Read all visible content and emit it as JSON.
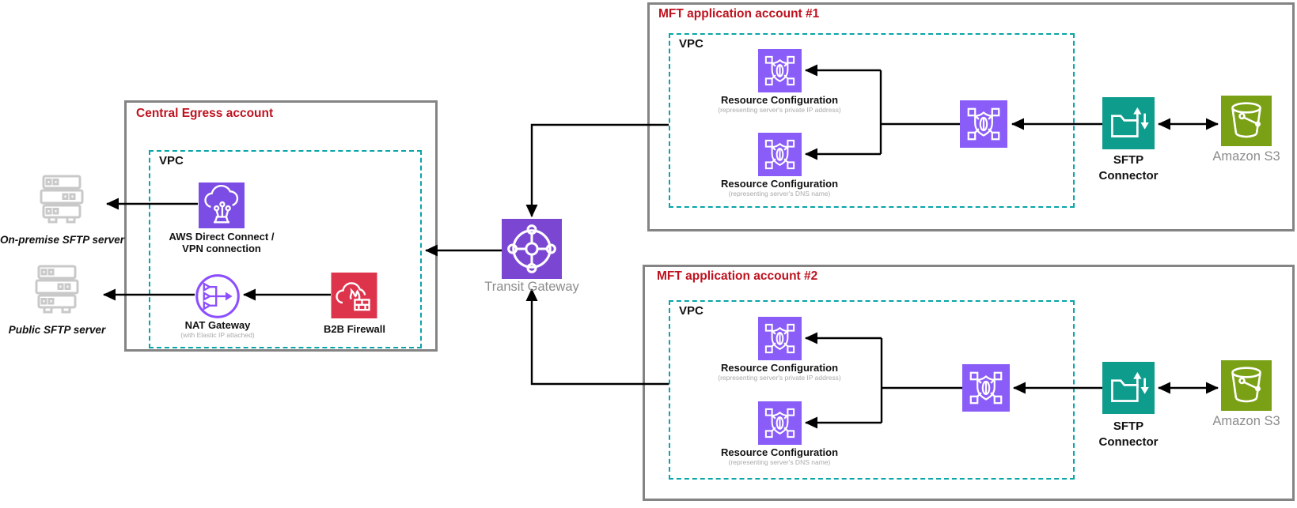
{
  "colors": {
    "account_border": "#848484",
    "vpc_border": "#09A5A8",
    "title_red": "#BE121F",
    "purple_light": "#8A5CF8",
    "purple_dark": "#7B46D2",
    "direct_connect_purple": "#7C4DE4",
    "nat_purple": "#8C4FFF",
    "firewall_red": "#DD344C",
    "sftp_teal": "#0E9C8D",
    "s3_green": "#7AA116",
    "server_gray": "#C9C9C9",
    "label_gray": "#8C8C8C"
  },
  "external": {
    "onprem_label": "On-premise SFTP server",
    "public_label": "Public SFTP server"
  },
  "central_egress": {
    "title": "Central Egress account",
    "vpc_label": "VPC",
    "direct_connect_label": "AWS Direct Connect /\nVPN connection",
    "nat_label": "NAT Gateway",
    "nat_sub": "(with Elastic IP attached)",
    "firewall_label": "B2B Firewall"
  },
  "transit_gateway": {
    "label": "Transit Gateway"
  },
  "account1": {
    "title": "MFT application account #1",
    "vpc_label": "VPC",
    "rc1_label": "Resource Configuration",
    "rc1_sub": "(representing server's private IP address)",
    "rc2_label": "Resource Configuration",
    "rc2_sub": "(representing server's DNS name)",
    "sftp_label": "SFTP\nConnector",
    "s3_label": "Amazon S3"
  },
  "account2": {
    "title": "MFT application account #2",
    "vpc_label": "VPC",
    "rc1_label": "Resource Configuration",
    "rc1_sub": "(representing server's private IP address)",
    "rc2_label": "Resource Configuration",
    "rc2_sub": "(representing server's DNS name)",
    "sftp_label": "SFTP\nConnector",
    "s3_label": "Amazon S3"
  }
}
